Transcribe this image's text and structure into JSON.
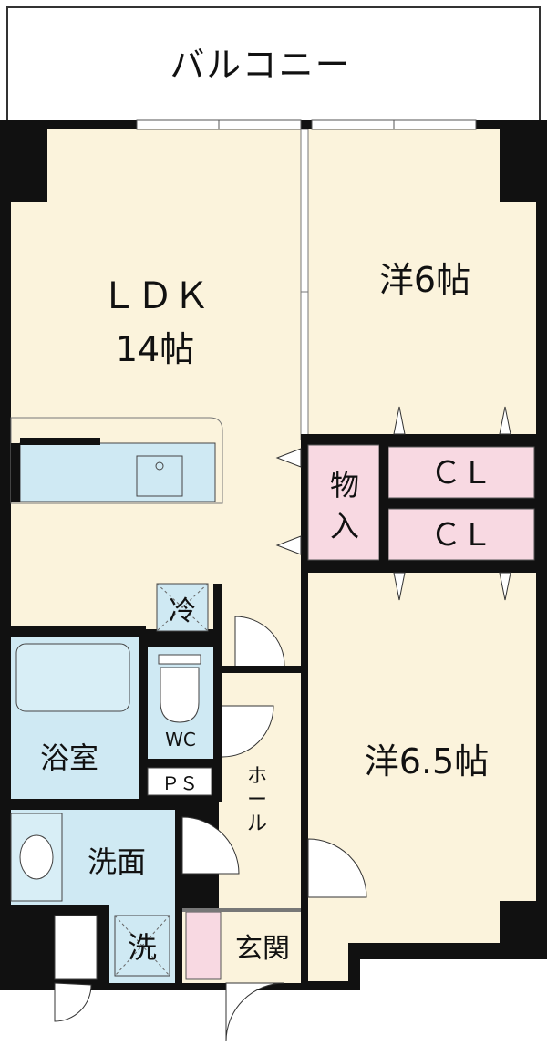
{
  "plan": {
    "balcony": "バルコニー",
    "ldk": {
      "name": "ＬＤＫ",
      "size": "14帖"
    },
    "western1": "洋6帖",
    "western2": "洋6.5帖",
    "storage": [
      "物",
      "入"
    ],
    "closet1": "ＣＬ",
    "closet2": "ＣＬ",
    "fridge": "冷",
    "bath": "浴室",
    "wc": "WC",
    "ps": "ＰＳ",
    "hall": [
      "ホ",
      "ー",
      "ル"
    ],
    "washroom": "洗面",
    "laundry": "洗",
    "entrance": "玄関"
  },
  "colors": {
    "floor": "#fbf3dc",
    "wall": "#111111",
    "wet_area": "#cfe9f3",
    "storage": "#f8d9e2"
  }
}
